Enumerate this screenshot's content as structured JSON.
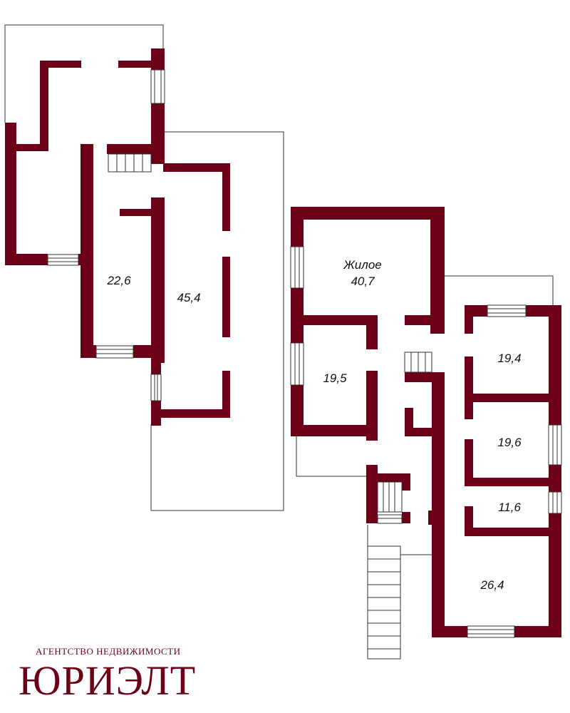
{
  "colors": {
    "wall": "#6b0016",
    "outline": "#333333",
    "window": "#ffffff"
  },
  "rooms": [
    {
      "id": "room-22-6",
      "area": "22,6"
    },
    {
      "id": "room-45-4",
      "area": "45,4"
    },
    {
      "id": "room-living",
      "name": "Жилое",
      "area": "40,7"
    },
    {
      "id": "room-19-5",
      "area": "19,5"
    },
    {
      "id": "room-19-4",
      "area": "19,4"
    },
    {
      "id": "room-19-6",
      "area": "19,6"
    },
    {
      "id": "room-11-6",
      "area": "11,6"
    },
    {
      "id": "room-26-4",
      "area": "26,4"
    }
  ],
  "brand": {
    "tagline": "АГЕНТСТВО НЕДВИЖИМОСТИ",
    "name": "ЮРИЭЛТ"
  }
}
